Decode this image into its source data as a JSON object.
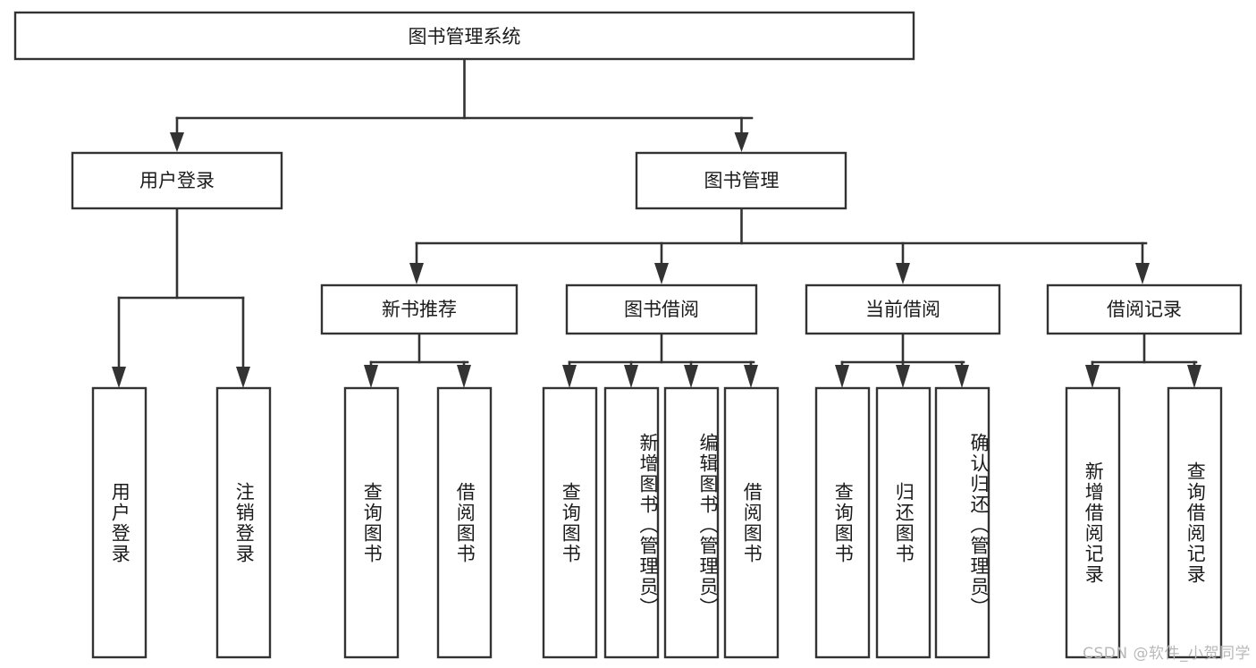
{
  "diagram": {
    "type": "tree-hierarchy",
    "title": "图书管理系统",
    "root": {
      "id": "root",
      "label": "图书管理系统",
      "orientation": "horizontal"
    },
    "level2": [
      {
        "id": "user-login",
        "label": "用户登录",
        "orientation": "horizontal"
      },
      {
        "id": "book-manage",
        "label": "图书管理",
        "orientation": "horizontal"
      }
    ],
    "level3": [
      {
        "id": "new-book-recommend",
        "label": "新书推荐",
        "orientation": "horizontal",
        "parent": "book-manage"
      },
      {
        "id": "book-borrow",
        "label": "图书借阅",
        "orientation": "horizontal",
        "parent": "book-manage"
      },
      {
        "id": "current-borrow",
        "label": "当前借阅",
        "orientation": "horizontal",
        "parent": "book-manage"
      },
      {
        "id": "borrow-record",
        "label": "借阅记录",
        "orientation": "horizontal",
        "parent": "book-manage"
      }
    ],
    "leaves": [
      {
        "id": "leaf-user-login",
        "label": "用户登录",
        "orientation": "vertical",
        "parent": "user-login"
      },
      {
        "id": "leaf-logout-login",
        "label": "注销登录",
        "orientation": "vertical",
        "parent": "user-login"
      },
      {
        "id": "leaf-query-book-1",
        "label": "查询图书",
        "orientation": "vertical",
        "parent": "new-book-recommend"
      },
      {
        "id": "leaf-borrow-book-1",
        "label": "借阅图书",
        "orientation": "vertical",
        "parent": "new-book-recommend"
      },
      {
        "id": "leaf-query-book-2",
        "label": "查询图书",
        "orientation": "vertical",
        "parent": "book-borrow"
      },
      {
        "id": "leaf-add-book-admin",
        "label": "新增图书（管理员）",
        "orientation": "vertical",
        "parent": "book-borrow"
      },
      {
        "id": "leaf-edit-book-admin",
        "label": "编辑图书（管理员）",
        "orientation": "vertical",
        "parent": "book-borrow"
      },
      {
        "id": "leaf-borrow-book-2",
        "label": "借阅图书",
        "orientation": "vertical",
        "parent": "book-borrow"
      },
      {
        "id": "leaf-query-book-3",
        "label": "查询图书",
        "orientation": "vertical",
        "parent": "current-borrow"
      },
      {
        "id": "leaf-return-book",
        "label": "归还图书",
        "orientation": "vertical",
        "parent": "current-borrow"
      },
      {
        "id": "leaf-confirm-return-admin",
        "label": "确认归还（管理员）",
        "orientation": "vertical",
        "parent": "current-borrow"
      },
      {
        "id": "leaf-add-borrow-record",
        "label": "新增借阅记录",
        "orientation": "vertical",
        "parent": "borrow-record"
      },
      {
        "id": "leaf-query-borrow-record",
        "label": "查询借阅记录",
        "orientation": "vertical",
        "parent": "borrow-record"
      }
    ]
  },
  "watermark": {
    "text": "CSDN @软件_小贺同学"
  },
  "colors": {
    "box_stroke": "#333333",
    "box_fill": "#ffffff",
    "text": "#1b1b1b",
    "background": "#ffffff",
    "watermark": "#b9b9b9"
  }
}
